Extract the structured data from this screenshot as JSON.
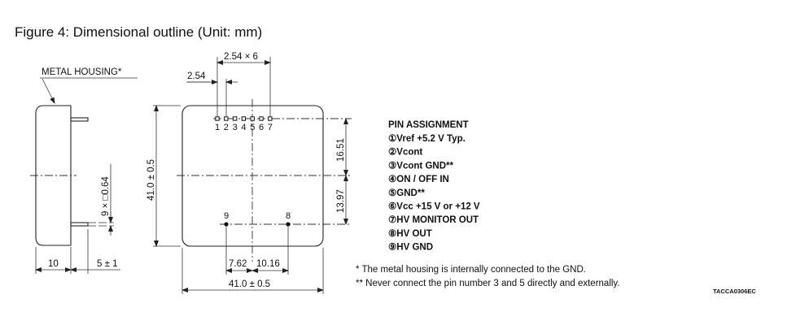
{
  "title": "Figure 4: Dimensional outline (Unit: mm)",
  "side_view": {
    "housing_label": "METAL HOUSING*",
    "pin_size": "9 × □0.64",
    "dim_body": "10",
    "dim_pin": "5 ± 1"
  },
  "front_view": {
    "pins_top": [
      "1",
      "2",
      "3",
      "4",
      "5",
      "6",
      "7"
    ],
    "pins_bottom": [
      "9",
      "8"
    ],
    "dim_pitch_total": "2.54 × 6",
    "dim_pitch": "2.54",
    "dim_height": "41.0 ± 0.5",
    "dim_width": "41.0 ± 0.5",
    "dim_upper": "16.51",
    "dim_lower": "13.97",
    "dim_left": "7.62",
    "dim_right": "10.16"
  },
  "pin_assignment": {
    "heading": "PIN ASSIGNMENT",
    "items": [
      "①Vref +5.2 V Typ.",
      "②Vcont",
      "③Vcont GND**",
      "④ON / OFF IN",
      "⑤GND**",
      "⑥Vcc +15 V or +12 V",
      "⑦HV MONITOR OUT",
      "⑧HV OUT",
      "⑨HV GND"
    ]
  },
  "notes": [
    "*  The metal housing is internally connected to the GND.",
    "** Never connect the pin number 3 and 5 directly and externally."
  ],
  "code": "TACCA0306EC"
}
